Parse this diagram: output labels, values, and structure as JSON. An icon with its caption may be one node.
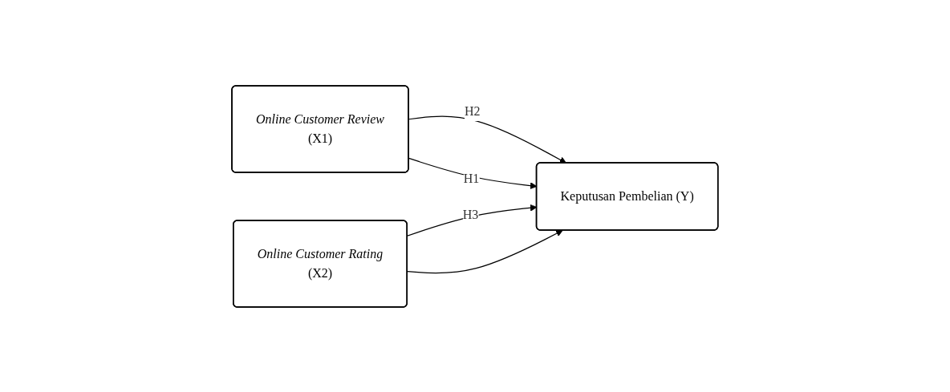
{
  "diagram": {
    "nodes": [
      {
        "text": [
          "Online Customer Review",
          "(X1)"
        ]
      },
      {
        "text": [
          "Online Customer Rating",
          "(X2)"
        ]
      },
      {
        "text": [
          "Keputusan Pembelian (Y)"
        ]
      }
    ],
    "edges": [
      {
        "from": 0,
        "to": 2,
        "arrow": "to",
        "label": "H2"
      },
      {
        "from": 1,
        "to": 2,
        "arrow": "to",
        "label": "H3"
      },
      {
        "from": 0,
        "to": 2,
        "arrow": "to",
        "label": "H1"
      },
      {
        "from": 1,
        "to": 2,
        "arrow": "to"
      }
    ]
  }
}
